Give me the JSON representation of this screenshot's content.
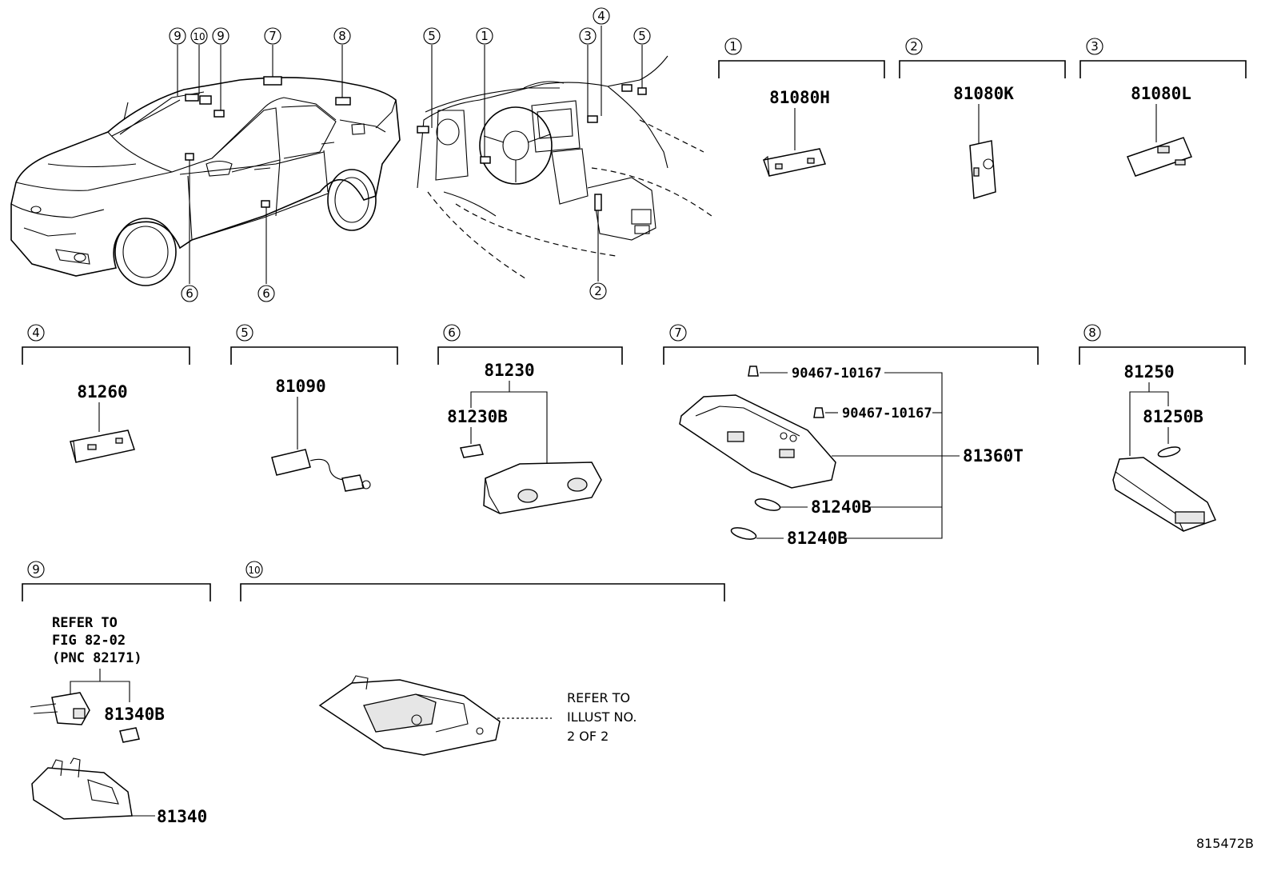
{
  "figure_id": "815472B",
  "sections": [
    {
      "id": "1",
      "parts": [
        "81080H"
      ]
    },
    {
      "id": "2",
      "parts": [
        "81080K"
      ]
    },
    {
      "id": "3",
      "parts": [
        "81080L"
      ]
    },
    {
      "id": "4",
      "parts": [
        "81260"
      ]
    },
    {
      "id": "5",
      "parts": [
        "81090"
      ]
    },
    {
      "id": "6",
      "parts": [
        "81230",
        "81230B"
      ]
    },
    {
      "id": "7",
      "parts": [
        "90467-10167",
        "90467-10167",
        "81360T",
        "81240B",
        "81240B"
      ]
    },
    {
      "id": "8",
      "parts": [
        "81250",
        "81250B"
      ]
    },
    {
      "id": "9",
      "parts": [
        "81340B",
        "81340"
      ]
    },
    {
      "id": "10",
      "parts": []
    }
  ],
  "callouts": {
    "car_exterior": [
      "9",
      "10",
      "9",
      "7",
      "8",
      "6",
      "6"
    ],
    "car_interior": [
      "5",
      "1",
      "3",
      "4",
      "5",
      "2"
    ]
  },
  "notes": {
    "section9": [
      "REFER TO",
      "FIG 82-02",
      "(PNC 82171)"
    ],
    "section10": [
      "REFER TO",
      "ILLUST NO.",
      "2 OF 2"
    ]
  }
}
